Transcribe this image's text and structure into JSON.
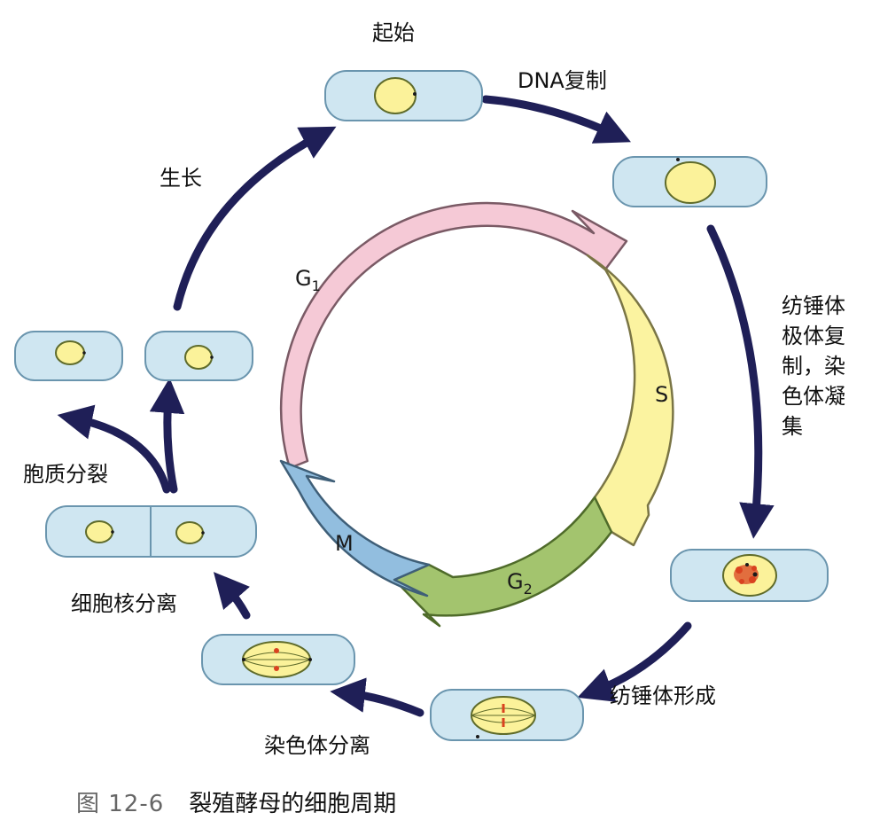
{
  "labels": {
    "start": "起始",
    "dna_replication": "DNA复制",
    "spindle_pole_body": "纺锤体极体复制，染色体凝集",
    "spindle_formation": "纺锤体形成",
    "chromosome_separation": "染色体分离",
    "nuclear_separation": "细胞核分离",
    "cytokinesis": "胞质分裂",
    "growth": "生长"
  },
  "phases": {
    "g1": {
      "letter": "G",
      "sub": "1"
    },
    "s": {
      "letter": "S"
    },
    "g2": {
      "letter": "G",
      "sub": "2"
    },
    "m": {
      "letter": "M"
    }
  },
  "caption": {
    "figure_number": "图 12-6",
    "title": "裂殖酵母的细胞周期"
  },
  "colors": {
    "cell_fill": "#cfe6f1",
    "cell_stroke": "#6a95ae",
    "nucleus_fill": "#fbf29a",
    "nucleus_stroke": "#5f6b2a",
    "outer_arrow": "#1f1f57",
    "g1": "#f5c9d6",
    "s": "#fbf3a0",
    "g2": "#a3c46e",
    "m": "#92bedf",
    "chromosome": "#d9421f"
  }
}
